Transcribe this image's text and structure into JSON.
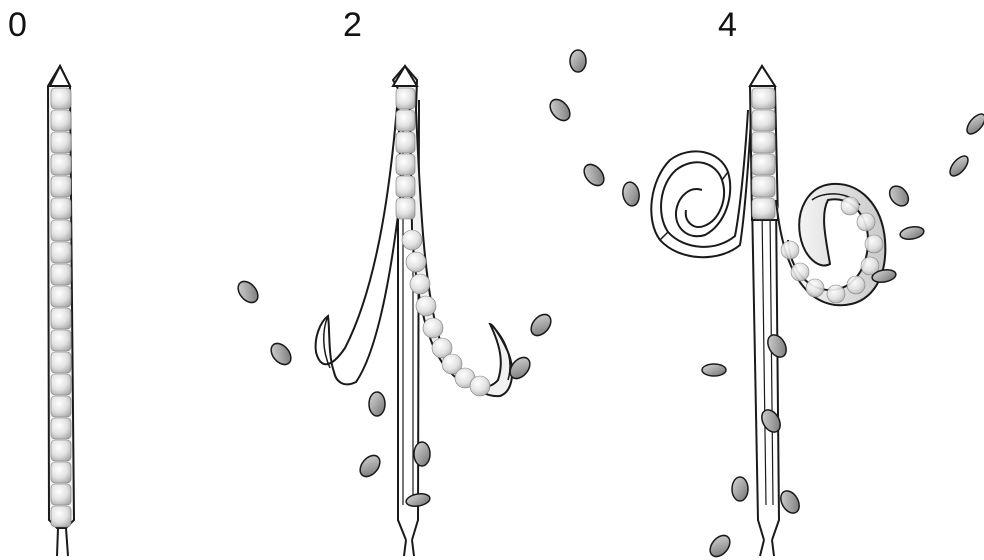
{
  "stages": [
    {
      "label": "0"
    },
    {
      "label": "2"
    },
    {
      "label": "4"
    }
  ],
  "colors": {
    "outline": "#1a1a1a",
    "seed_fill": "#9a9a9a",
    "segment_light": "#ffffff",
    "segment_dark": "#b3b3b3"
  }
}
